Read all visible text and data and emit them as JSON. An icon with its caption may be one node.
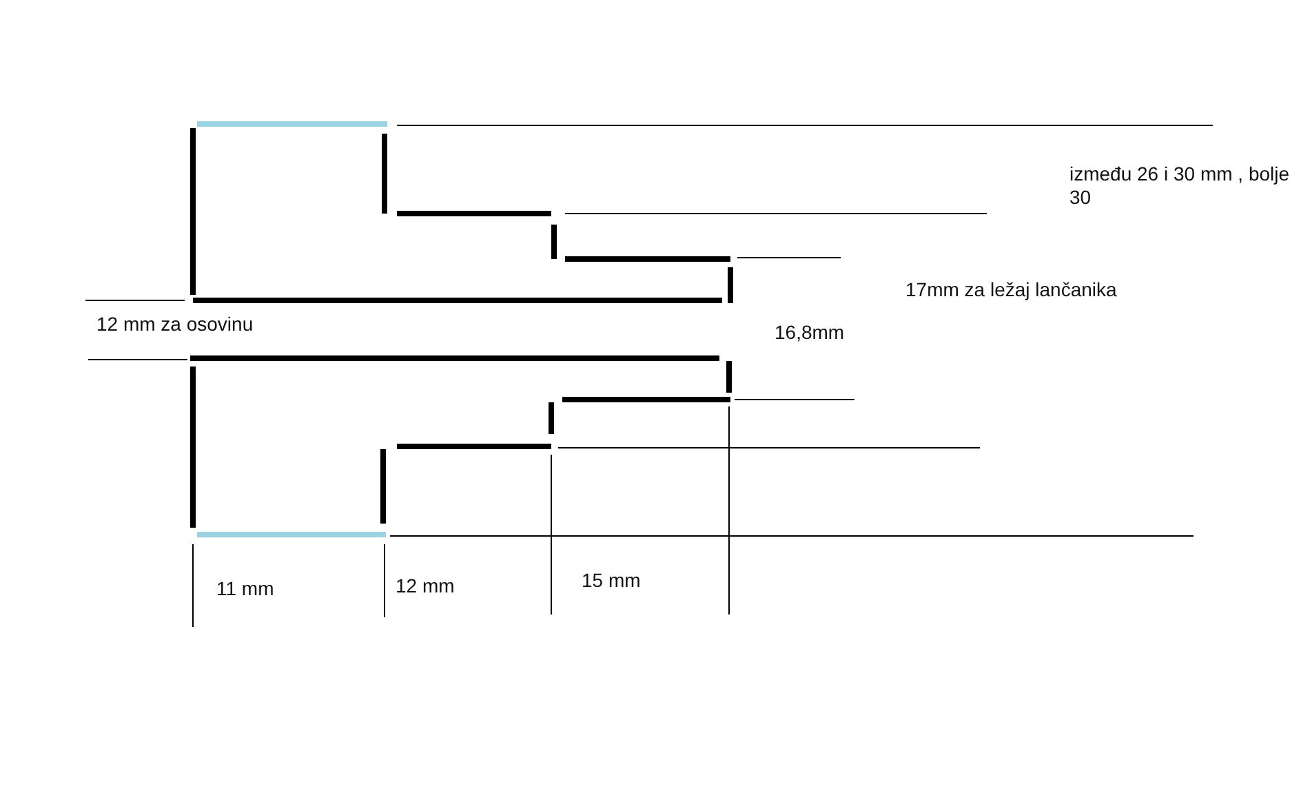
{
  "diagram": {
    "labels": [
      "između 26 i 30 mm , bolje 30",
      "17mm za ležaj lančanika",
      "12 mm za osovinu",
      "16,8mm",
      "11 mm",
      "12 mm",
      "15 mm"
    ]
  }
}
